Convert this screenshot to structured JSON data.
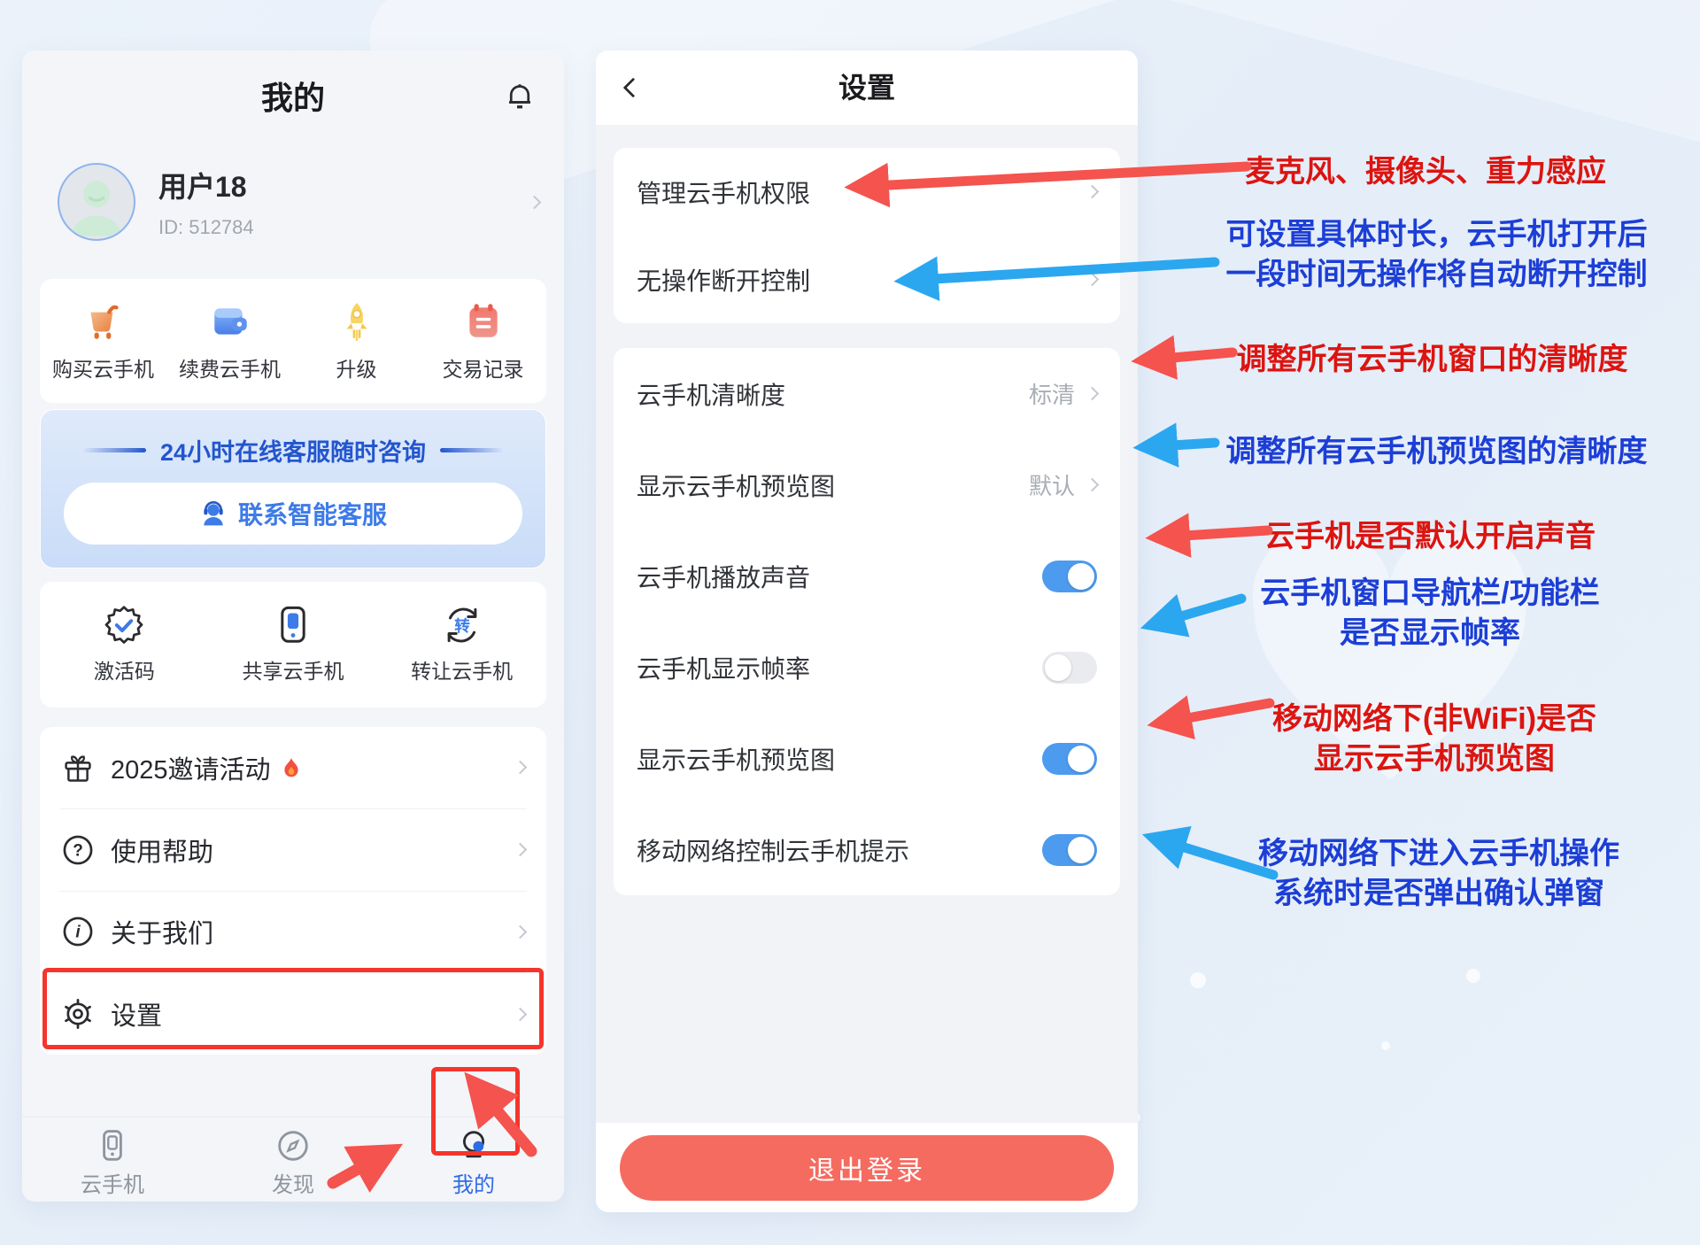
{
  "left_screen": {
    "title": "我的",
    "user": {
      "name": "用户18",
      "id": "ID: 512784"
    },
    "quick_actions": [
      {
        "label": "购买云手机",
        "icon": "cart-icon"
      },
      {
        "label": "续费云手机",
        "icon": "wallet-icon"
      },
      {
        "label": "升级",
        "icon": "rocket-icon"
      },
      {
        "label": "交易记录",
        "icon": "ledger-icon"
      }
    ],
    "service_banner": {
      "title": "24小时在线客服随时咨询",
      "button": "联系智能客服"
    },
    "tools": [
      {
        "label": "激活码",
        "icon": "badge-check-icon"
      },
      {
        "label": "共享云手机",
        "icon": "share-phone-icon"
      },
      {
        "label": "转让云手机",
        "icon": "transfer-icon",
        "icon_char": "转"
      }
    ],
    "menu": {
      "invite": {
        "label": "2025邀请活动",
        "icon": "gift-icon",
        "flame": "flame-icon"
      },
      "help": {
        "label": "使用帮助",
        "icon": "question-icon"
      },
      "about": {
        "label": "关于我们",
        "icon": "info-icon"
      },
      "settings": {
        "label": "设置",
        "icon": "gear-icon"
      }
    },
    "tabbar": [
      {
        "label": "云手机",
        "icon": "phone-icon",
        "active": false
      },
      {
        "label": "发现",
        "icon": "compass-icon",
        "active": false
      },
      {
        "label": "我的",
        "icon": "profile-icon",
        "active": true
      }
    ]
  },
  "right_screen": {
    "title": "设置",
    "rows": {
      "permissions": {
        "label": "管理云手机权限",
        "type": "link"
      },
      "idle_disconnect": {
        "label": "无操作断开控制",
        "type": "link"
      },
      "clarity": {
        "label": "云手机清晰度",
        "value": "标清",
        "type": "value"
      },
      "preview_quality": {
        "label": "显示云手机预览图",
        "value": "默认",
        "type": "value"
      },
      "sound": {
        "label": "云手机播放声音",
        "type": "toggle",
        "on": true
      },
      "fps": {
        "label": "云手机显示帧率",
        "type": "toggle",
        "on": false
      },
      "preview_show": {
        "label": "显示云手机预览图",
        "type": "toggle",
        "on": true
      },
      "mobile_tip": {
        "label": "移动网络控制云手机提示",
        "type": "toggle",
        "on": true
      }
    },
    "logout_label": "退出登录"
  },
  "annotations": {
    "a1": {
      "color": "red",
      "line1": "麦克风、摄像头、重力感应"
    },
    "a2": {
      "color": "blue",
      "line1": "可设置具体时长，云手机打开后",
      "line2": "一段时间无操作将自动断开控制"
    },
    "a3": {
      "color": "red",
      "line1": "调整所有云手机窗口的清晰度"
    },
    "a4": {
      "color": "blue",
      "line1": "调整所有云手机预览图的清晰度"
    },
    "a5": {
      "color": "red",
      "line1": "云手机是否默认开启声音"
    },
    "a6": {
      "color": "blue",
      "line1": "云手机窗口导航栏/功能栏",
      "line2": "是否显示帧率"
    },
    "a7": {
      "color": "red",
      "line1": "移动网络下(非WiFi)是否",
      "line2": "显示云手机预览图"
    },
    "a8": {
      "color": "blue",
      "line1": "移动网络下进入云手机操作",
      "line2": "系统时是否弹出确认弹窗"
    }
  },
  "colors": {
    "toggle_on": "#4D9BEF",
    "toggle_off": "#E9EBEF",
    "annotation_red": "#DC1410",
    "annotation_blue": "#1C3ED6",
    "arrow_red": "#F4534E",
    "arrow_blue": "#2BA7F0",
    "highlight_box": "#F5352C",
    "logout_bg": "#F56B60",
    "active_tab": "#2F6BE4"
  }
}
